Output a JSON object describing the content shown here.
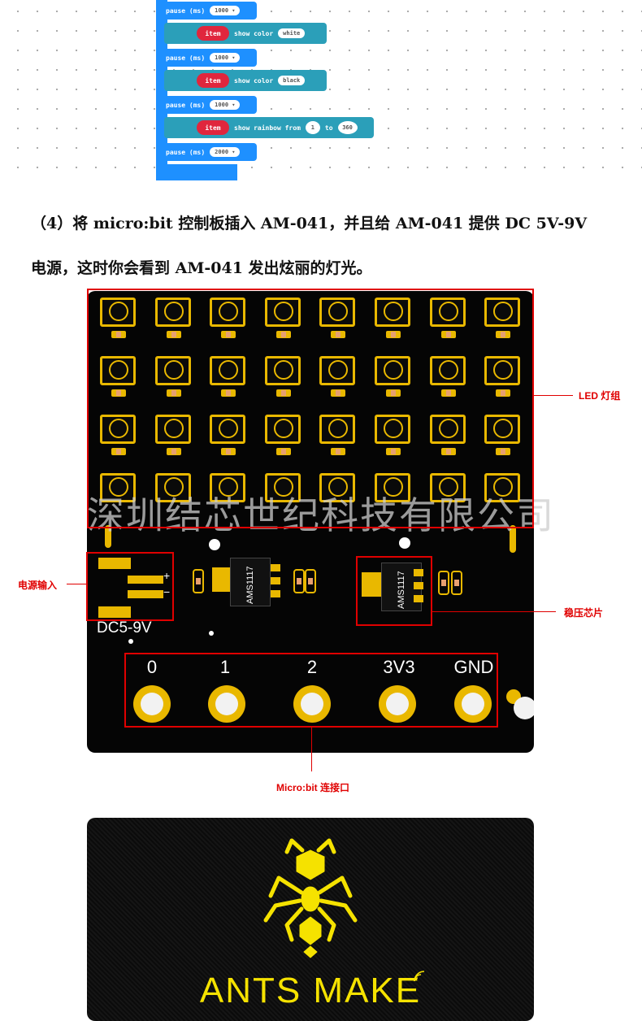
{
  "code_blocks": {
    "pause_label": "pause (ms)",
    "pauses": [
      "1000",
      "1000",
      "1000",
      "2000"
    ],
    "item_var": "item",
    "show_color": "show color",
    "colors": [
      "white",
      "black"
    ],
    "show_rainbow": "show rainbow from",
    "rainbow_from": "1",
    "rainbow_to_word": "to",
    "rainbow_to": "360",
    "pause_color": "#1e90ff",
    "neopixel_color": "#2b9fb9",
    "variable_color": "#e0263d"
  },
  "paragraph": {
    "line1": "（4）将 micro:bit 控制板插入 AM-041，并且给 AM-041 提供 DC 5V-9V",
    "line2": "电源，这时你会看到 AM-041 发出炫丽的灯光。"
  },
  "board": {
    "watermark": "深圳结芯世纪科技有限公司",
    "chip1_label": "AMS1117",
    "chip2_label": "AMS1117",
    "power_label": "DC5-9V",
    "plus": "+",
    "minus": "−",
    "pin_labels": [
      "0",
      "1",
      "2",
      "3V3",
      "GND"
    ],
    "pcb_color": "#050505",
    "copper_color": "#e9b800"
  },
  "annotations": {
    "led_group": "LED 灯组",
    "power_input": "电源输入",
    "regulator": "稳压芯片",
    "microbit_port": "Micro:bit 连接口",
    "annotation_color": "#e00000"
  },
  "brand": {
    "name": "ANTS MAKE",
    "logo": "ant-logo",
    "logo_color": "#f5e200"
  }
}
